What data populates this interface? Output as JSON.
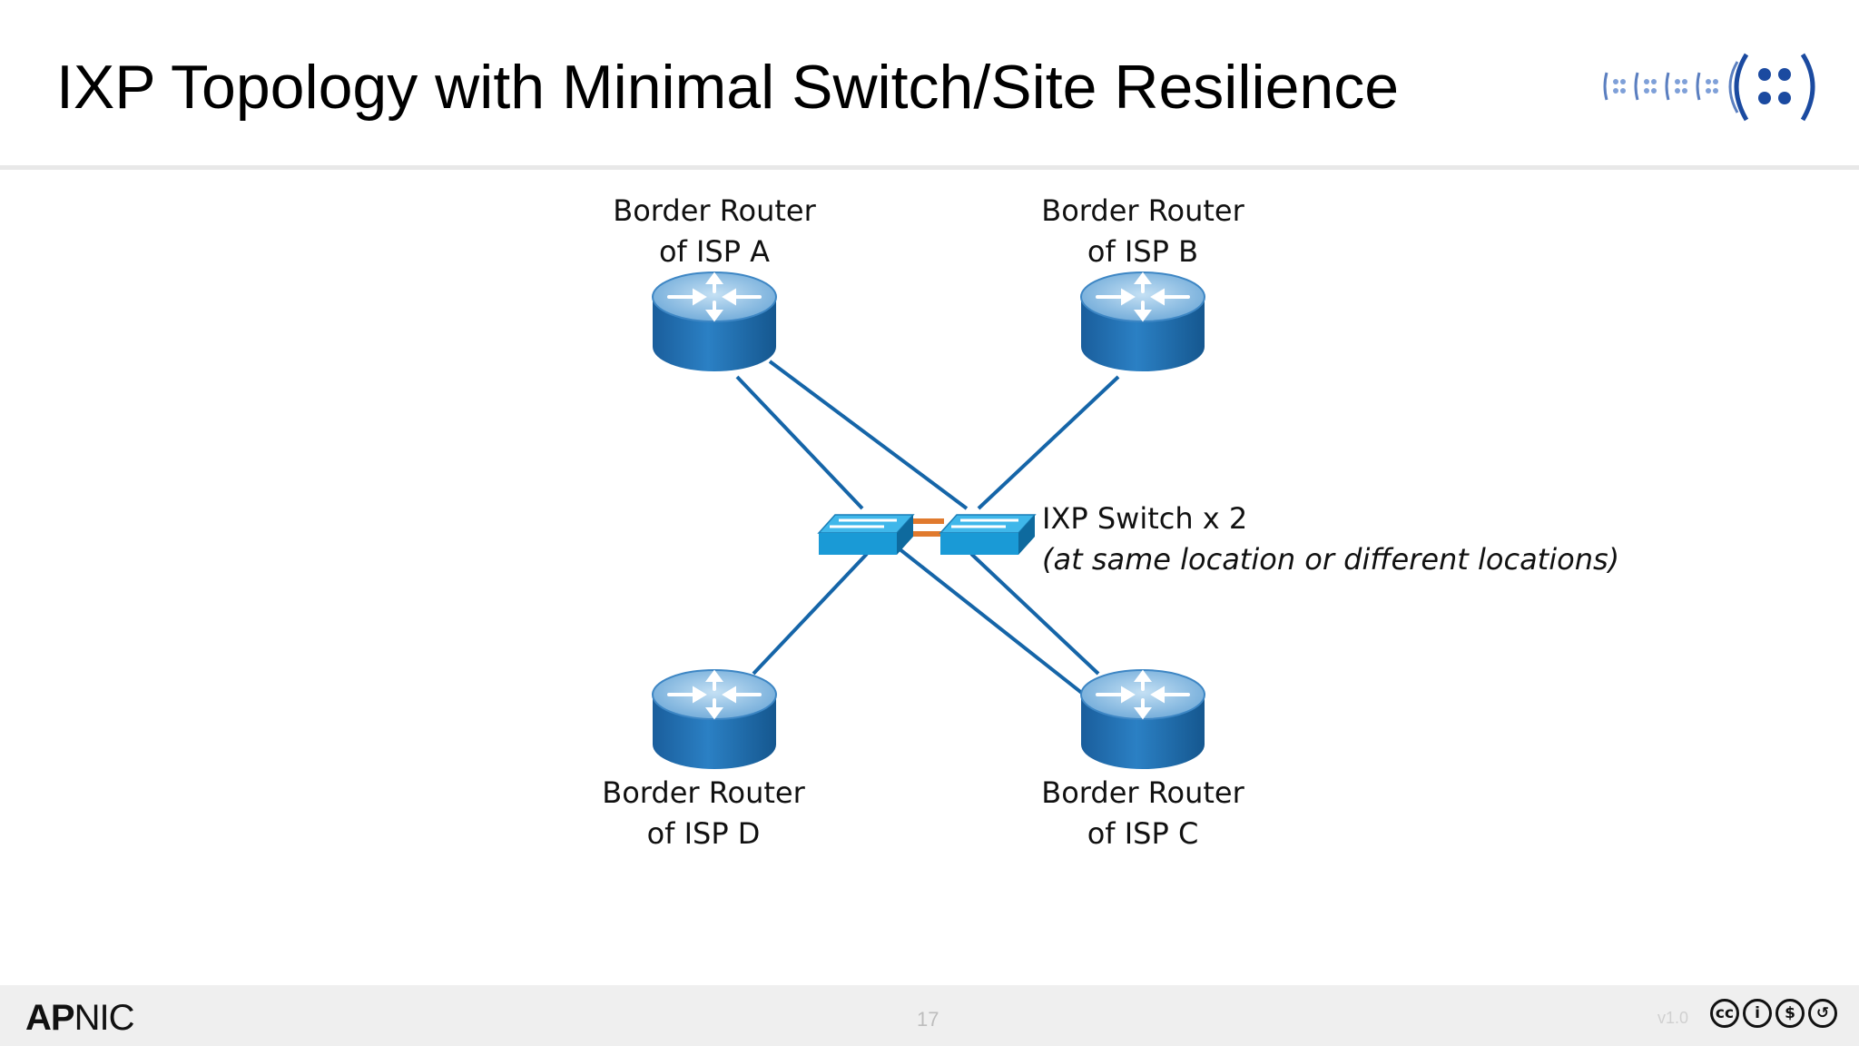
{
  "slide": {
    "title": "IXP Topology with Minimal Switch/Site Resilience",
    "page_number": "17",
    "version": "v1.0"
  },
  "branding": {
    "org_name_bold": "AP",
    "org_name_rest": "NIC",
    "license_icons": [
      "cc-icon",
      "by-icon",
      "nc-icon",
      "sa-icon"
    ],
    "license_glyphs": [
      "cc",
      "i",
      "$",
      "↺"
    ]
  },
  "diagram": {
    "routers": [
      {
        "id": "a",
        "label_line1": "Border Router",
        "label_line2": "of ISP A"
      },
      {
        "id": "b",
        "label_line1": "Border Router",
        "label_line2": "of ISP B"
      },
      {
        "id": "c",
        "label_line1": "Border Router",
        "label_line2": "of ISP C"
      },
      {
        "id": "d",
        "label_line1": "Border Router",
        "label_line2": "of ISP D"
      }
    ],
    "switch_label_line1": "IXP Switch x 2",
    "switch_label_line2": "(at same location or different locations)",
    "colors": {
      "link": "#1565a8",
      "interswitch_link": "#e07a2e",
      "router_body": "#1f6fb3",
      "router_top": "#8ec0e6",
      "switch_face": "#1aa0dc"
    }
  }
}
